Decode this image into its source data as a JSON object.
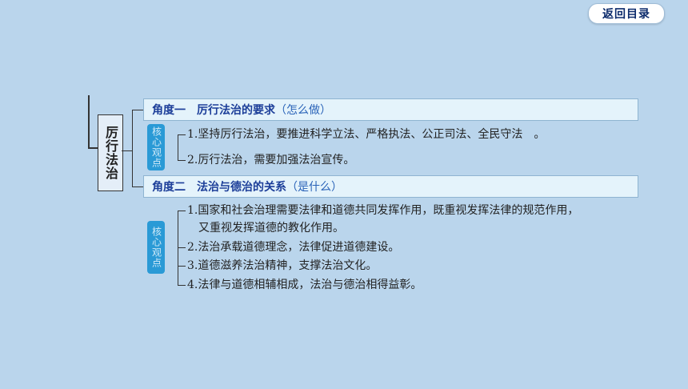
{
  "nav": {
    "back_label": "返回目录"
  },
  "topic": {
    "title": "厉行法治"
  },
  "sections": [
    {
      "title": "角度一　厉行法治的要求",
      "sub": "（怎么做）",
      "badge": "核心观点",
      "items": [
        "1.坚持厉行法治，要推进科学立法、严格执法、公正司法、全民守法　。",
        "2.厉行法治，需要加强法治宣传。"
      ]
    },
    {
      "title": "角度二　法治与德治的关系",
      "sub": "（是什么）",
      "badge": "核心观点",
      "items": [
        "1.国家和社会治理需要法律和道德共同发挥作用，既重视发挥法律的规范作用，",
        "又重视发挥道德的教化作用。",
        "2.法治承载道德理念，法律促进道德建设。",
        "3.道德滋养法治精神，支撑法治文化。",
        "4.法律与道德相辅相成，法治与德治相得益彰。"
      ]
    }
  ],
  "colors": {
    "background": "#bad5ec",
    "badge": "#2a9ad6",
    "section_title": "#1c3e99"
  }
}
